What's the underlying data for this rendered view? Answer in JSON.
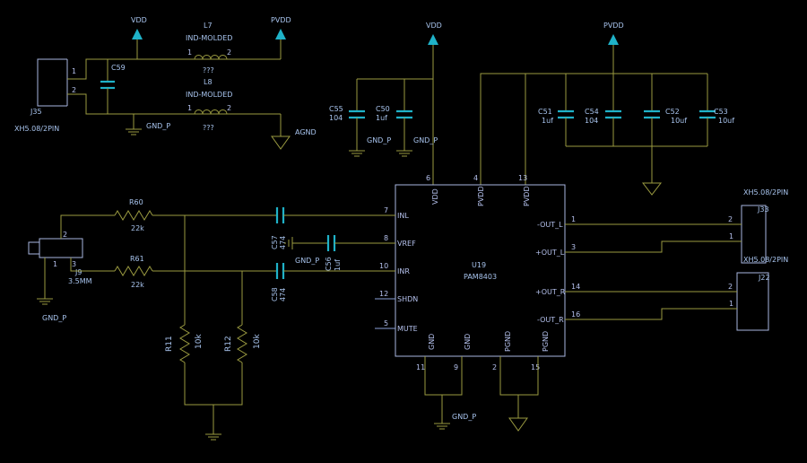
{
  "nets": {
    "vdd": "VDD",
    "pvdd": "PVDD",
    "agnd": "AGND",
    "gnd_p": "GND_P"
  },
  "refs": {
    "l7": "L7",
    "l8": "L8",
    "l_value": "IND-MOLDED",
    "l_unknown": "???",
    "c59": "C59",
    "j35": "J35",
    "j35_value": "XH5.08/2PIN",
    "c55": "C55",
    "c55_value": "104",
    "c50": "C50",
    "c50_value": "1uf",
    "c51": "C51",
    "c51_value": "1uf",
    "c54": "C54",
    "c54_value": "104",
    "c52": "C52",
    "c52_value": "10uf",
    "c53": "C53",
    "c53_value": "10uf",
    "r60": "R60",
    "r60_value": "22k",
    "r61": "R61",
    "r61_value": "22k",
    "r11": "R11",
    "r11_value": "10k",
    "r12": "R12",
    "r12_value": "10k",
    "c57": "C57",
    "c57_value": "474",
    "c58": "C58",
    "c58_value": "474",
    "c56": "C56",
    "c56_value": "1uf",
    "j9": "J9",
    "j9_value": "3.5MM",
    "u19": "U19",
    "u19_value": "PAM8403",
    "j33": "J33",
    "j33_value": "XH5.08/2PIN",
    "j22": "J22",
    "j22_value": "XH5.08/2PIN"
  },
  "pin_nums": {
    "n1": "1",
    "n2": "2",
    "n3": "3",
    "n4": "4",
    "n5": "5",
    "n6": "6",
    "n7": "7",
    "n8": "8",
    "n9": "9",
    "n10": "10",
    "n11": "11",
    "n12": "12",
    "n13": "13",
    "n14": "14",
    "n15": "15",
    "n16": "16"
  },
  "pin_names": {
    "inl": "INL",
    "vref": "VREF",
    "inr": "INR",
    "shdn": "SHDN",
    "mute": "MUTE",
    "vdd": "VDD",
    "pvdd": "PVDD",
    "gnd": "GND",
    "pgnd": "PGND",
    "out_l_neg": "-OUT_L",
    "out_l_pos": "+OUT_L",
    "out_r_pos": "+OUT_R",
    "out_r_neg": "-OUT_R"
  },
  "colors": {
    "background": "#000000",
    "wire": "#9a9a40",
    "body": "#a8b6e0",
    "capacitor": "#1fb2c8",
    "power_arrow": "#1fb2c8",
    "text": "#a8c4ee"
  }
}
